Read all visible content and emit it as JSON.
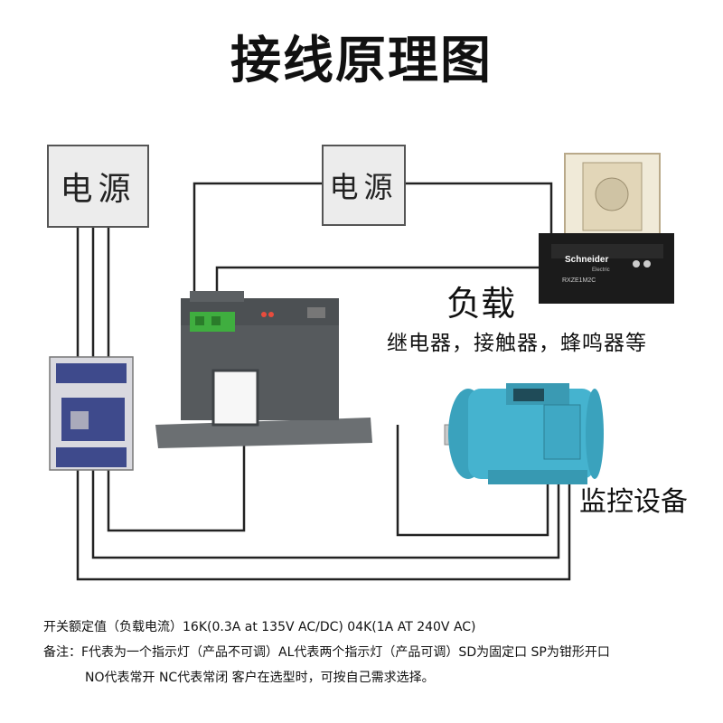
{
  "title": "接线原理图",
  "power_left": "电源",
  "power_right": "电源",
  "load": {
    "label": "负载",
    "types": "继电器，接触器，蜂鸣器等"
  },
  "monitor_label": "监控设备",
  "relay_text": {
    "brand": "Schneider",
    "brand_sub": "Electric",
    "model": "RXZE1M2C"
  },
  "notes": {
    "rating": "开关额定值（负载电流）16K(0.3A at 135V AC/DC) 04K(1A AT 240V AC)",
    "remark": "备注：F代表为一个指示灯（产品不可调）AL代表两个指示灯（产品可调）SD为固定口 SP为钳形开口",
    "remark_cont": "NO代表常开  NC代表常闭  客户在选型时，可按自己需求选择。"
  },
  "colors": {
    "wire": "#222222",
    "sensor_body": "#55595c",
    "terminal": "#3fae3f",
    "motor": "#45b3cf",
    "contactor": "#3e4a8c"
  }
}
